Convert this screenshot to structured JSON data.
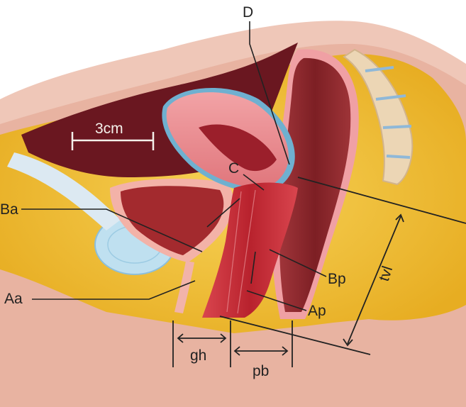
{
  "figure": {
    "scale_bar_label": "3cm",
    "labels": {
      "D": "D",
      "C": "C",
      "Ba": "Ba",
      "Aa": "Aa",
      "Bp": "Bp",
      "Ap": "Ap",
      "tvl": "tvl",
      "gh": "gh",
      "pb": "pb"
    },
    "colors": {
      "skin": "#e8b3a1",
      "fat": "#f2c43a",
      "cavity": "#6a1720",
      "uterus": "#e98a8f",
      "rectum": "#8c2a2b",
      "bladder": "#a32a2e",
      "vagina": "#c8313a",
      "bone": "#ecd6b5"
    }
  }
}
